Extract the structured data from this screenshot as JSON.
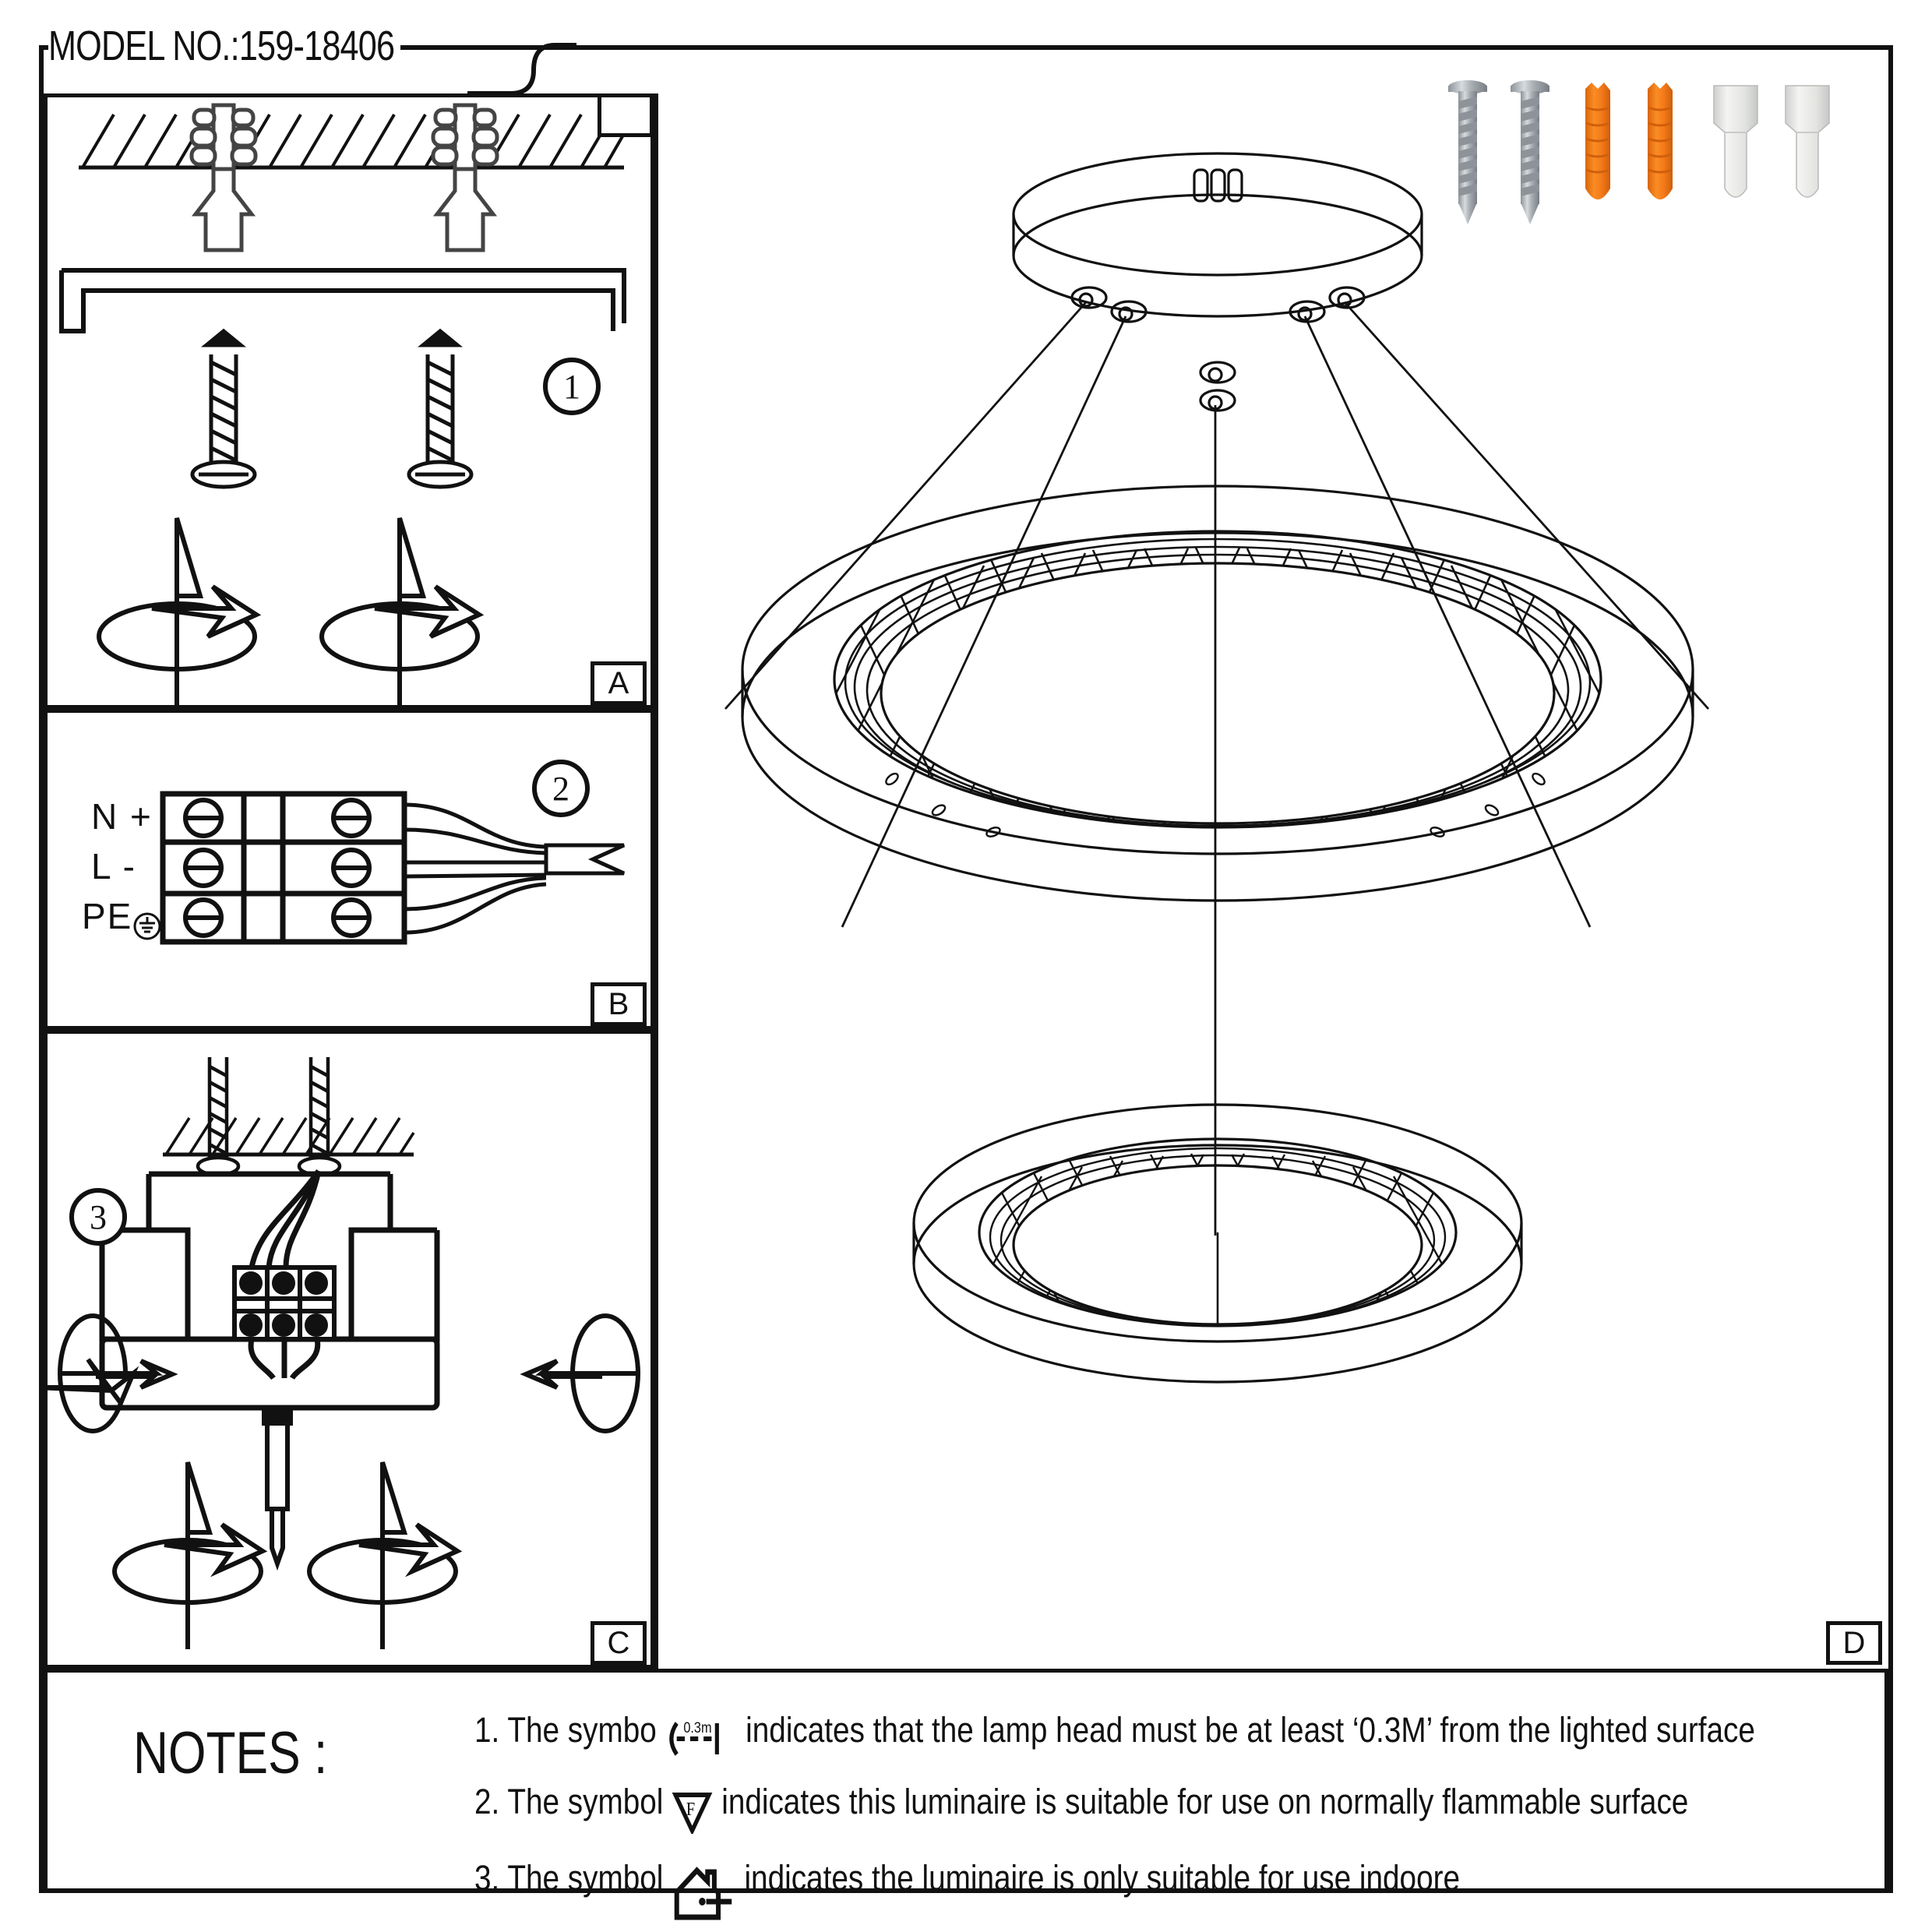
{
  "document": {
    "model_label": "MODEL NO.:159-18406",
    "type": "led-pendant-chandelier-installation-instructions"
  },
  "panels": [
    {
      "id": "A",
      "tag": "A",
      "step": "1",
      "name": "ceiling-anchor-and-bracket-mounting"
    },
    {
      "id": "B",
      "tag": "B",
      "step": "2",
      "name": "terminal-block-wiring"
    },
    {
      "id": "C",
      "tag": "C",
      "step": "3",
      "name": "driver-box-mounting-and-wire-connection"
    },
    {
      "id": "D",
      "tag": "D",
      "step": "",
      "name": "assembled-product-view"
    }
  ],
  "terminal_block": {
    "rows": [
      {
        "label": "N +"
      },
      {
        "label": "L -"
      },
      {
        "label": "PE",
        "has_earth_symbol": true
      }
    ]
  },
  "hardware_kit": [
    {
      "name": "screw",
      "color": "#9aa0a6",
      "count_position": 1
    },
    {
      "name": "screw",
      "color": "#9aa0a6",
      "count_position": 2
    },
    {
      "name": "wall-plug",
      "color": "#f07c1e",
      "count_position": 3
    },
    {
      "name": "wall-plug",
      "color": "#f07c1e",
      "count_position": 4
    },
    {
      "name": "plastic-cap",
      "color": "#e8e8e6",
      "count_position": 5
    },
    {
      "name": "plastic-cap",
      "color": "#e8e8e6",
      "count_position": 6
    }
  ],
  "notes": {
    "title": "NOTES :",
    "items": [
      {
        "number": "1.",
        "prefix": "The symbo",
        "symbol": "min-distance-0.3m-icon",
        "symbol_text": "0.3m",
        "suffix": "indicates that the lamp head must be at least ‘0.3M’ from the lighted surface"
      },
      {
        "number": "2.",
        "prefix": "The symbol",
        "symbol": "flammable-surface-f-triangle-icon",
        "symbol_text": "F",
        "suffix": "indicates this luminaire is suitable for use on normally flammable surface"
      },
      {
        "number": "3.",
        "prefix": "The symbol",
        "symbol": "indoor-use-house-icon",
        "symbol_text": "",
        "suffix": "indicates the luminaire is only suitable for use indoore"
      }
    ]
  },
  "product": {
    "name": "two-ring-led-pendant-light",
    "canopy": "round-ceiling-canopy",
    "suspension_cables": 5,
    "rings": [
      {
        "name": "upper-large-ring",
        "pattern": "diamond-lattice"
      },
      {
        "name": "lower-small-ring",
        "pattern": "diamond-lattice"
      }
    ]
  },
  "colors": {
    "line": "#111111",
    "screw_metal": "#9aa0a6",
    "plug_orange": "#f07c1e",
    "cap_white": "#e8e8e6",
    "background": "#ffffff"
  }
}
